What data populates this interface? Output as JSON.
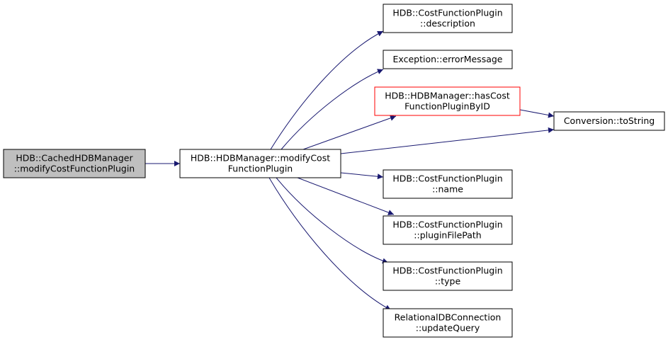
{
  "graph": {
    "nodes": [
      {
        "id": "root",
        "lines": [
          "HDB::CachedHDBManager",
          "::modifyCostFunctionPlugin"
        ],
        "fill": "#bfbfbf",
        "stroke": "#000000"
      },
      {
        "id": "modify",
        "lines": [
          "HDB::HDBManager::modifyCost",
          "FunctionPlugin"
        ],
        "fill": "#ffffff",
        "stroke": "#000000"
      },
      {
        "id": "description",
        "lines": [
          "HDB::CostFunctionPlugin",
          "::description"
        ],
        "fill": "#ffffff",
        "stroke": "#000000"
      },
      {
        "id": "errormessage",
        "lines": [
          "Exception::errorMessage"
        ],
        "fill": "#ffffff",
        "stroke": "#000000"
      },
      {
        "id": "hascost",
        "lines": [
          "HDB::HDBManager::hasCost",
          "FunctionPluginByID"
        ],
        "fill": "#ffffff",
        "stroke": "#ff0000"
      },
      {
        "id": "tostring",
        "lines": [
          "Conversion::toString"
        ],
        "fill": "#ffffff",
        "stroke": "#000000"
      },
      {
        "id": "name",
        "lines": [
          "HDB::CostFunctionPlugin",
          "::name"
        ],
        "fill": "#ffffff",
        "stroke": "#000000"
      },
      {
        "id": "pluginfilepath",
        "lines": [
          "HDB::CostFunctionPlugin",
          "::pluginFilePath"
        ],
        "fill": "#ffffff",
        "stroke": "#000000"
      },
      {
        "id": "type",
        "lines": [
          "HDB::CostFunctionPlugin",
          "::type"
        ],
        "fill": "#ffffff",
        "stroke": "#000000"
      },
      {
        "id": "updatequery",
        "lines": [
          "RelationalDBConnection",
          "::updateQuery"
        ],
        "fill": "#ffffff",
        "stroke": "#000000"
      }
    ],
    "edges": [
      {
        "from": "root",
        "to": "modify"
      },
      {
        "from": "modify",
        "to": "description"
      },
      {
        "from": "modify",
        "to": "errormessage"
      },
      {
        "from": "modify",
        "to": "hascost"
      },
      {
        "from": "modify",
        "to": "tostring"
      },
      {
        "from": "modify",
        "to": "name"
      },
      {
        "from": "modify",
        "to": "pluginfilepath"
      },
      {
        "from": "modify",
        "to": "type"
      },
      {
        "from": "modify",
        "to": "updatequery"
      },
      {
        "from": "hascost",
        "to": "tostring"
      }
    ],
    "edge_color": "#191970"
  }
}
